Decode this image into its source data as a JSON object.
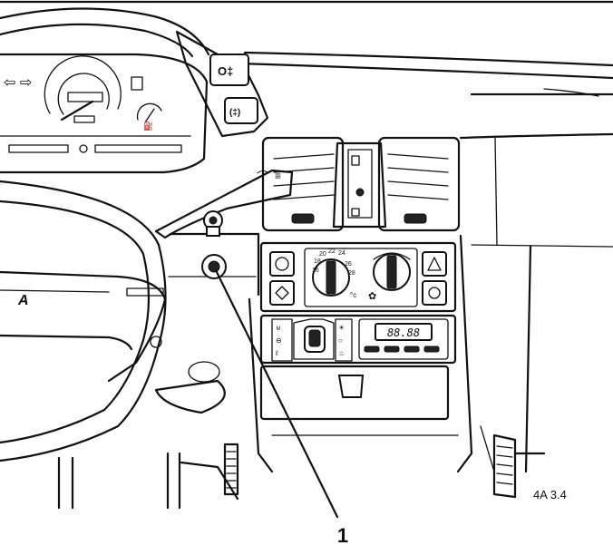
{
  "callout": {
    "number": "1"
  },
  "figure_code": "4A 3.4",
  "clock_display": "88.88",
  "temperature_scale": {
    "ticks": [
      "16",
      "18",
      "20",
      "22",
      "24",
      "26",
      "28"
    ],
    "unit": "°c"
  },
  "colors": {
    "ink": "#111111",
    "paper": "#ffffff"
  }
}
